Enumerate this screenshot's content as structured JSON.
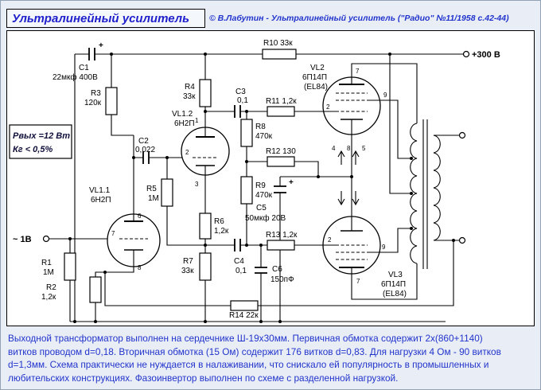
{
  "header": {
    "title": "Ультралинейный усилитель",
    "copyright": "© В.Лабутин - Ультралинейный усилитель (\"Радио\" №11/1958 с.42-44)"
  },
  "specs": {
    "power": "Рвых =12 Вт",
    "thd": "Кг < 0,5%"
  },
  "supply": {
    "label": "+300 В"
  },
  "input": {
    "label": "~ 1В"
  },
  "parts": {
    "c1": {
      "n": "C1",
      "v": "22мкф 400В",
      "plus": "+"
    },
    "c2": {
      "n": "C2",
      "v": "0,022"
    },
    "c3": {
      "n": "C3",
      "v": "0,1"
    },
    "c4": {
      "n": "C4",
      "v": "0,1"
    },
    "c5": {
      "n": "C5",
      "v": "50мкф 20В",
      "plus": "+"
    },
    "c6": {
      "n": "C6",
      "v": "150пФ"
    },
    "r1": {
      "n": "R1",
      "v": "1М"
    },
    "r2": {
      "n": "R2",
      "v": "1,2к"
    },
    "r3": {
      "n": "R3",
      "v": "120к"
    },
    "r4": {
      "n": "R4",
      "v": "33к"
    },
    "r5": {
      "n": "R5",
      "v": "1М"
    },
    "r6": {
      "n": "R6",
      "v": "1,2к"
    },
    "r7": {
      "n": "R7",
      "v": "33к"
    },
    "r8": {
      "n": "R8",
      "v": "470к"
    },
    "r9": {
      "n": "R9",
      "v": "470к"
    },
    "r10": {
      "l": "R10 33к"
    },
    "r11": {
      "l": "R11 1,2к"
    },
    "r12": {
      "l": "R12 130"
    },
    "r13": {
      "l": "R13 1,2к"
    },
    "r14": {
      "l": "R14 22к"
    },
    "vl11": {
      "n": "VL1.1",
      "t": "6Н2П"
    },
    "vl12": {
      "n": "VL1.2",
      "t": "6Н2П"
    },
    "vl2": {
      "n": "VL2",
      "t": "6П14П",
      "a": "(EL84)"
    },
    "vl3": {
      "n": "VL3",
      "t": "6П14П",
      "a": "(EL84)"
    }
  },
  "pins": {
    "vl11_grid": "7",
    "vl11_anode": "6",
    "vl11_cath": "8",
    "vl12_anode": "1",
    "vl12_grid": "2",
    "vl12_cath": "3",
    "vl2_anode": "7",
    "vl2_grid": "2",
    "vl2_screen": "9",
    "vl2_h1": "4",
    "vl2_h2": "8",
    "vl2_h3": "5",
    "vl3_grid": "2",
    "vl3_screen": "9",
    "vl3_anode": "7"
  },
  "footer": {
    "line1": "Выходной трансформатор выполнен на сердечнике Ш-19х30мм. Первичная обмотка  содержит  2х(860+1140)",
    "line2": "витков проводом d=0,18. Вторичная обмотка  (15 Ом) содержит 176 витков d=0,83. Для нагрузки 4 Ом - 90 витков",
    "line3": "d=1,3мм. Схема практически не нуждается в налаживании, что снискало ей популярность в промышленных и",
    "line4": "любительских  конструкциях.   Фазоинвертор выполнен по схеме с разделенной нагрузкой."
  }
}
